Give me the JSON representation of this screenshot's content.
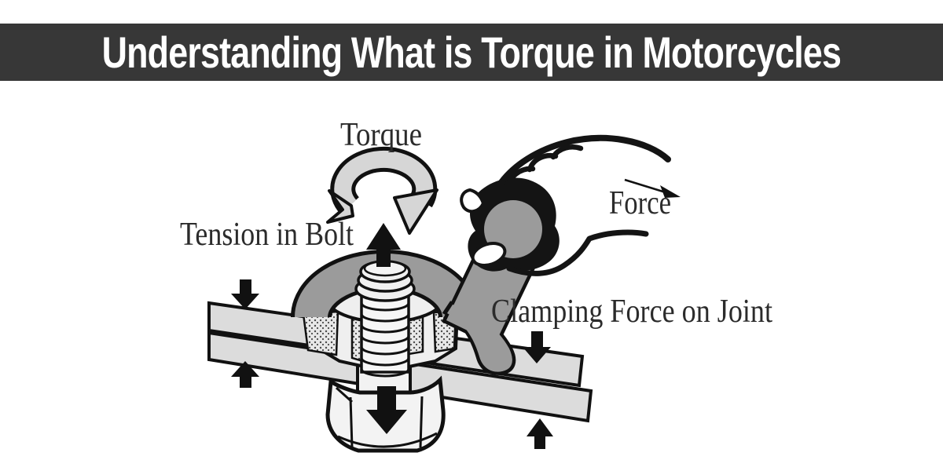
{
  "header": {
    "title": "Understanding What is Torque in Motorcycles",
    "background_color": "#373737",
    "text_color": "#ffffff"
  },
  "diagram": {
    "labels": {
      "torque": "Torque",
      "force": "Force",
      "tension": "Tension in Bolt",
      "clamping": "Clamping Force on Joint"
    },
    "colors": {
      "outline": "#111111",
      "wrench_gray": "#9b9b9b",
      "torque_ring_gray": "#d6d6d6",
      "plate_gray": "#dcdcdc",
      "metal_light": "#efefef",
      "label_color": "#2b2b2b"
    },
    "parts": [
      "torque-rotation-arrow",
      "wrench",
      "gripping-hand",
      "threaded-bolt",
      "upper-nut",
      "lower-nut",
      "clamped-plates",
      "tension-arrow",
      "clamping-force-arrows",
      "force-arrow"
    ]
  }
}
